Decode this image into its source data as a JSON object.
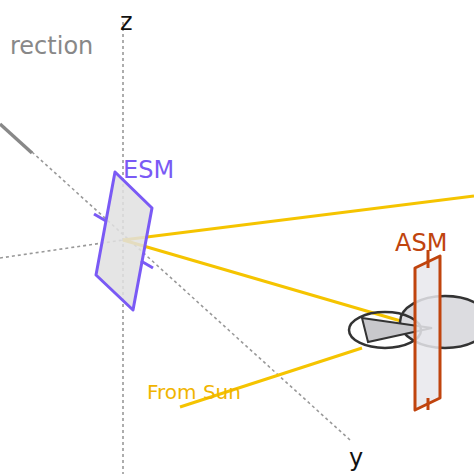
{
  "diagram": {
    "labels": [
      "z",
      "rection",
      "ESM",
      "ASM",
      "From Sun",
      "y"
    ]
  }
}
